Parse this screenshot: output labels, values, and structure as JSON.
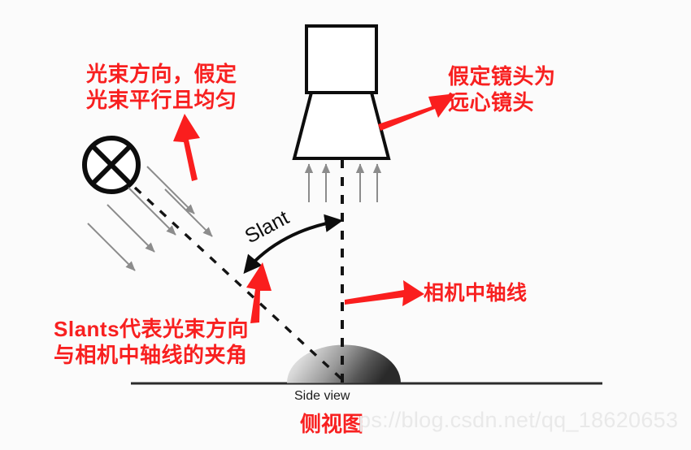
{
  "figure": {
    "title": "Side view optical setup diagram",
    "background_color": "#fbfbfb",
    "annotation_color": "#f82020",
    "line_color": "#0d0d0d",
    "ray_color": "#8c8c8c"
  },
  "annotations": {
    "beam_direction": "光束方向，假定\n光束平行且均匀",
    "telecentric_lens": "假定镜头为\n远心镜头",
    "slants_definition": "Slants代表光束方向\n与相机中轴线的夹角",
    "camera_axis": "相机中轴线"
  },
  "labels": {
    "slant": "Slant",
    "side_view_en": "Side view",
    "side_view_cn": "侧视图"
  },
  "watermark": {
    "text": "ps://blog.csdn.net/qq_18620653"
  },
  "elements": {
    "light_source": "crossed-circle-lamp",
    "camera_body": "rectangle",
    "camera_lens": "trapezoid",
    "sample": "hemisphere-dome",
    "ground": "horizontal-line",
    "beam_axis": "dashed-diagonal-line",
    "camera_axis_line": "dashed-vertical-line",
    "angle_arc": "double-headed-curved-arrow"
  }
}
